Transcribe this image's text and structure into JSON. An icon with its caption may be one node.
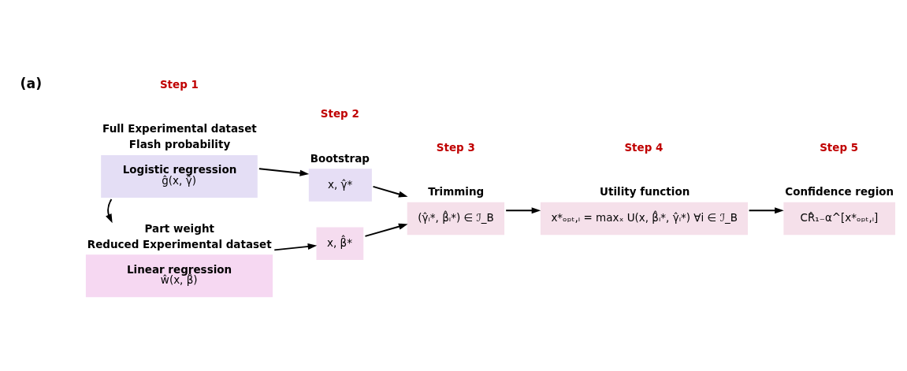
{
  "diagram": {
    "nodes": [
      {
        "text": [
          "Logistic regression",
          "ĝ(x, γ̂)"
        ],
        "beside": [
          "Full Experimental dataset",
          "Flash probability"
        ]
      },
      {
        "text": [
          "Linear regression",
          "ŵ(x, β̂)"
        ],
        "beside": [
          "Part weight",
          "Reduced Experimental dataset"
        ]
      },
      {
        "text": [
          "x, γ̂*"
        ],
        "beside": [
          "Bootstrap"
        ]
      },
      {
        "text": [
          "x, β̂*"
        ]
      },
      {
        "text": [
          "(γ̂ᵢ*, β̂ᵢ*) ∈ ℐ_B"
        ],
        "beside": [
          "Trimming"
        ]
      },
      {
        "text": [
          "x*ₒₚₜ,ᵢ = maxₓ U(x, β̂ᵢ*, γ̂ᵢ*) ∀i ∈ ℐ_B"
        ],
        "beside": [
          "Utility function"
        ]
      },
      {
        "text": [
          "CR̂₁₋α^[x*ₒₚₜ,ᵢ]"
        ],
        "beside": [
          "Confidence region"
        ]
      }
    ],
    "edges": [
      {
        "from": 0,
        "to": 2,
        "arrow": "to"
      },
      {
        "from": 0,
        "to": 1,
        "arrow": "to"
      },
      {
        "from": 1,
        "to": 3,
        "arrow": "to"
      },
      {
        "from": 2,
        "to": 4,
        "arrow": "to"
      },
      {
        "from": 3,
        "to": 4,
        "arrow": "to"
      },
      {
        "from": 4,
        "to": 5,
        "arrow": "to"
      },
      {
        "from": 5,
        "to": 6,
        "arrow": "to"
      }
    ],
    "labels": [
      "(a)",
      "Step 1",
      "Step 2",
      "Step 3",
      "Step 4",
      "Step 5"
    ]
  }
}
